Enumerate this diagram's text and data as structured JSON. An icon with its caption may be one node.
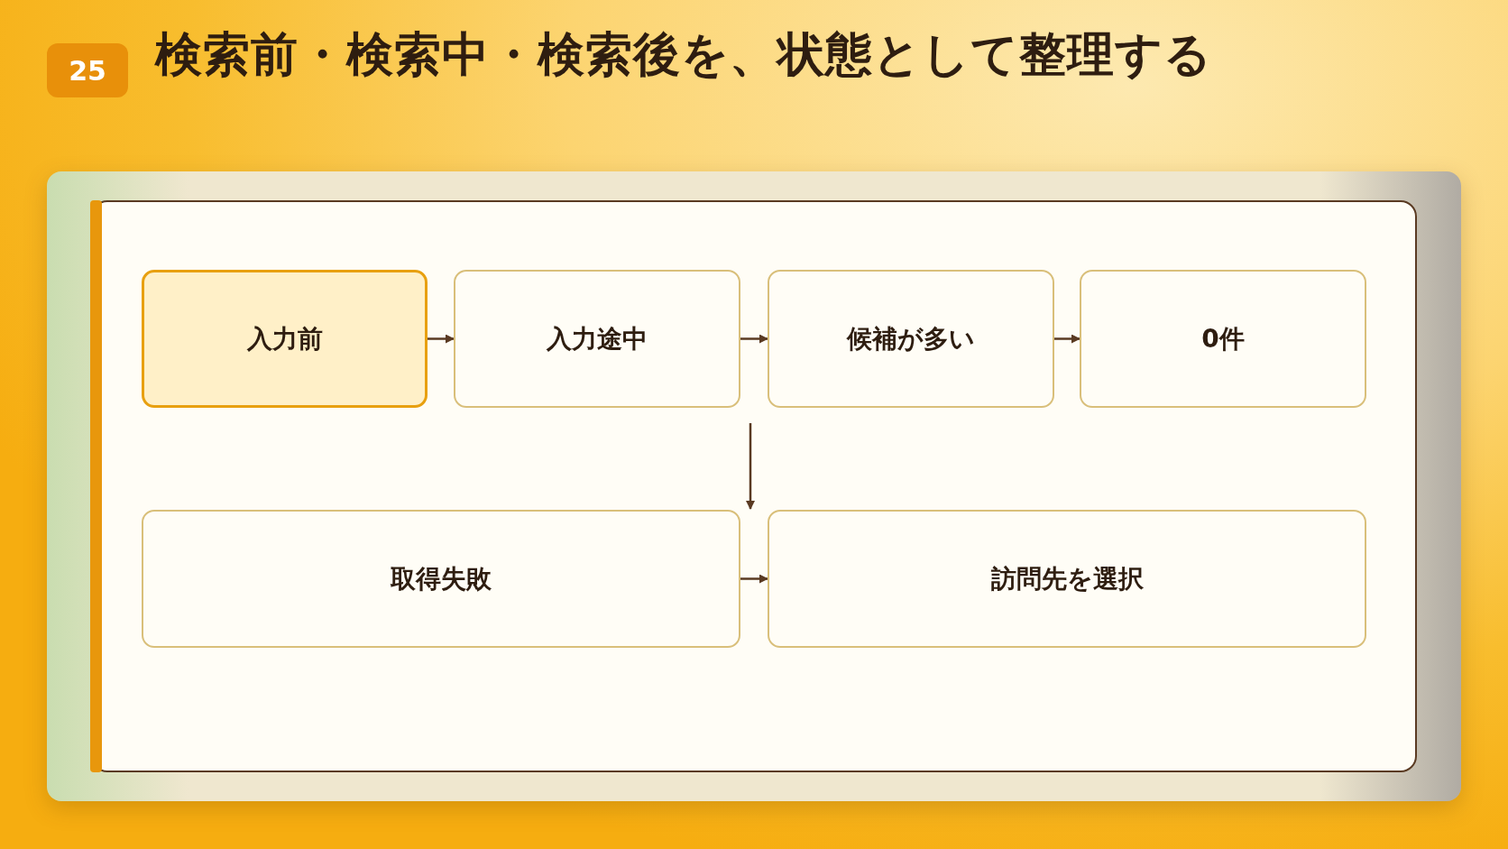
{
  "diagram": {
    "title": "検索前・検索中・検索後を、状態として整理する",
    "nodes": [
      {
        "text": [
          "入力前"
        ]
      },
      {
        "text": [
          "入力途中"
        ]
      },
      {
        "text": [
          "候補が多い"
        ]
      },
      {
        "text": [
          "0件"
        ]
      },
      {
        "text": [
          "取得失敗"
        ]
      },
      {
        "text": [
          "訪問先を選択"
        ]
      }
    ],
    "edges": [
      {
        "from": 0,
        "to": 1,
        "arrow": "to"
      },
      {
        "from": 1,
        "to": 2,
        "arrow": "to"
      },
      {
        "from": 2,
        "to": 3,
        "arrow": "to"
      },
      {
        "from": null,
        "to": 4,
        "arrow": "to"
      },
      {
        "from": 4,
        "to": 5,
        "arrow": "to"
      }
    ],
    "labels": [
      "25"
    ]
  }
}
